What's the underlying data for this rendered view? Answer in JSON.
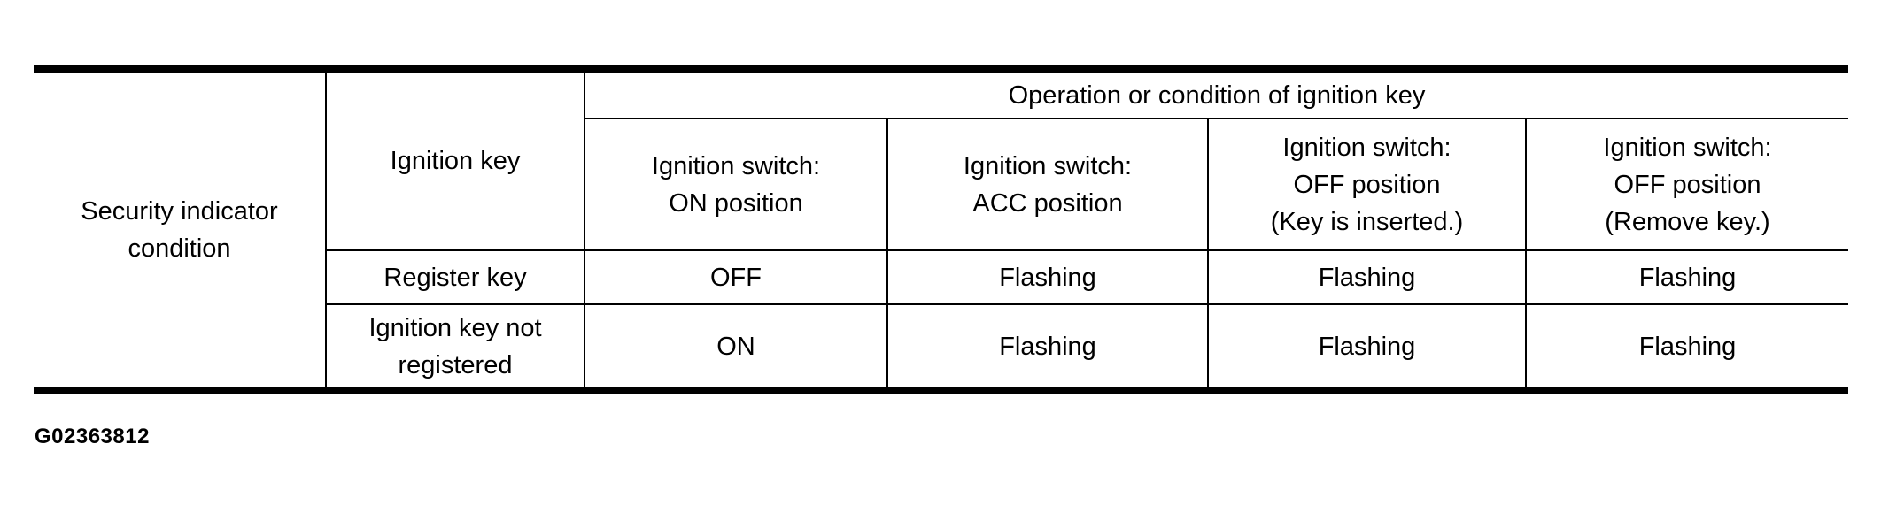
{
  "page": {
    "background": "#ffffff"
  },
  "colors": {
    "line": "#000000",
    "text": "#000000",
    "background": "#ffffff"
  },
  "table": {
    "corner_label_lines": [
      "Security indicator",
      "condition"
    ],
    "ignition_key_header": "Ignition key",
    "operation_header": "Operation or condition of ignition key",
    "switch_columns": [
      {
        "lines": [
          "Ignition switch:",
          "ON position"
        ]
      },
      {
        "lines": [
          "Ignition switch:",
          "ACC position"
        ]
      },
      {
        "lines": [
          "Ignition switch:",
          "OFF position",
          "(Key is inserted.)"
        ]
      },
      {
        "lines": [
          "Ignition switch:",
          "OFF position",
          "(Remove key.)"
        ]
      }
    ],
    "rows": [
      {
        "label_lines": [
          "Register key"
        ],
        "values": [
          "OFF",
          "Flashing",
          "Flashing",
          "Flashing"
        ]
      },
      {
        "label_lines": [
          "Ignition key not",
          "registered"
        ],
        "values": [
          "ON",
          "Flashing",
          "Flashing",
          "Flashing"
        ]
      }
    ]
  },
  "figure_code": "G02363812"
}
